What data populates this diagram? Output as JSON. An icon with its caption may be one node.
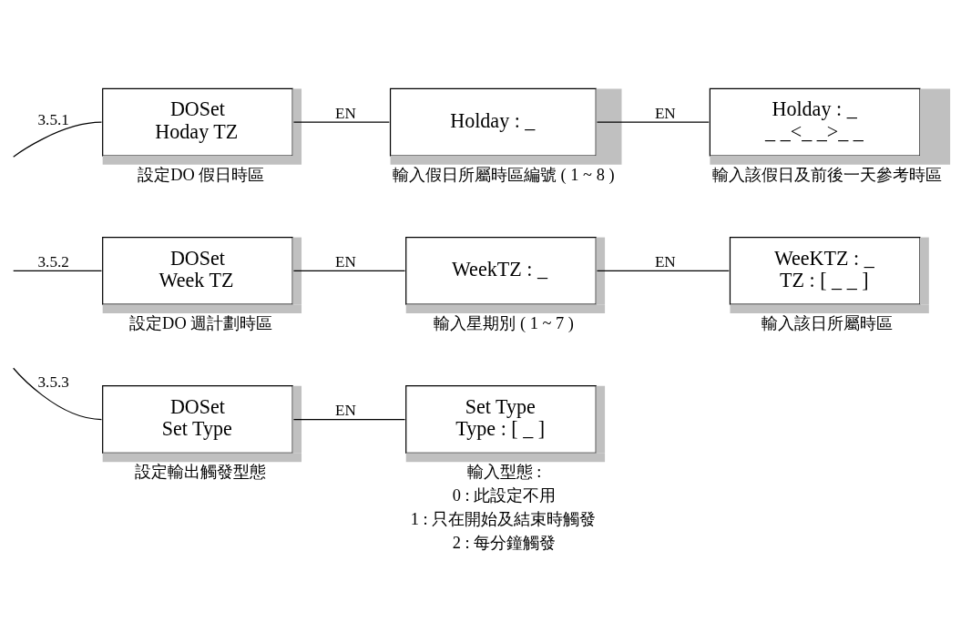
{
  "diagram": {
    "nodes": [
      {
        "text": [
          "DOSet",
          "Hoday TZ"
        ],
        "beside": [
          "設定DO 假日時區"
        ]
      },
      {
        "text": [
          "Holday : _"
        ],
        "beside": [
          "輸入假日所屬時區編號 ( 1 ~ 8 )"
        ]
      },
      {
        "text": [
          "Holday : _",
          "_ _<_ _>_ _"
        ],
        "beside": [
          "輸入該假日及前後一天參考時區"
        ]
      },
      {
        "text": [
          "DOSet",
          "Week TZ"
        ],
        "beside": [
          "設定DO 週計劃時區"
        ]
      },
      {
        "text": [
          "WeekTZ : _"
        ],
        "beside": [
          "輸入星期別 ( 1 ~ 7 )"
        ]
      },
      {
        "text": [
          "WeeKTZ : _",
          "TZ : [ _ _ ]"
        ],
        "beside": [
          "輸入該日所屬時區"
        ]
      },
      {
        "text": [
          "DOSet",
          "Set Type"
        ],
        "beside": [
          "設定輸出觸發型態"
        ]
      },
      {
        "text": [
          "Set Type",
          "Type : [ _ ]"
        ],
        "beside": [
          "輸入型態 :",
          "0 : 此設定不用",
          "1 : 只在開始及結束時觸發",
          "2 : 每分鐘觸發"
        ]
      }
    ],
    "edges": [
      {
        "from": null,
        "to": 0,
        "arrow": "none",
        "label": "3.5.1"
      },
      {
        "from": 0,
        "to": 1,
        "arrow": "none",
        "label": "EN"
      },
      {
        "from": 1,
        "to": 2,
        "arrow": "none",
        "label": "EN"
      },
      {
        "from": null,
        "to": 3,
        "arrow": "none",
        "label": "3.5.2"
      },
      {
        "from": 3,
        "to": 4,
        "arrow": "none",
        "label": "EN"
      },
      {
        "from": 4,
        "to": 5,
        "arrow": "none",
        "label": "EN"
      },
      {
        "from": null,
        "to": 6,
        "arrow": "none",
        "label": "3.5.3"
      },
      {
        "from": 6,
        "to": 7,
        "arrow": "none",
        "label": "EN"
      }
    ]
  }
}
